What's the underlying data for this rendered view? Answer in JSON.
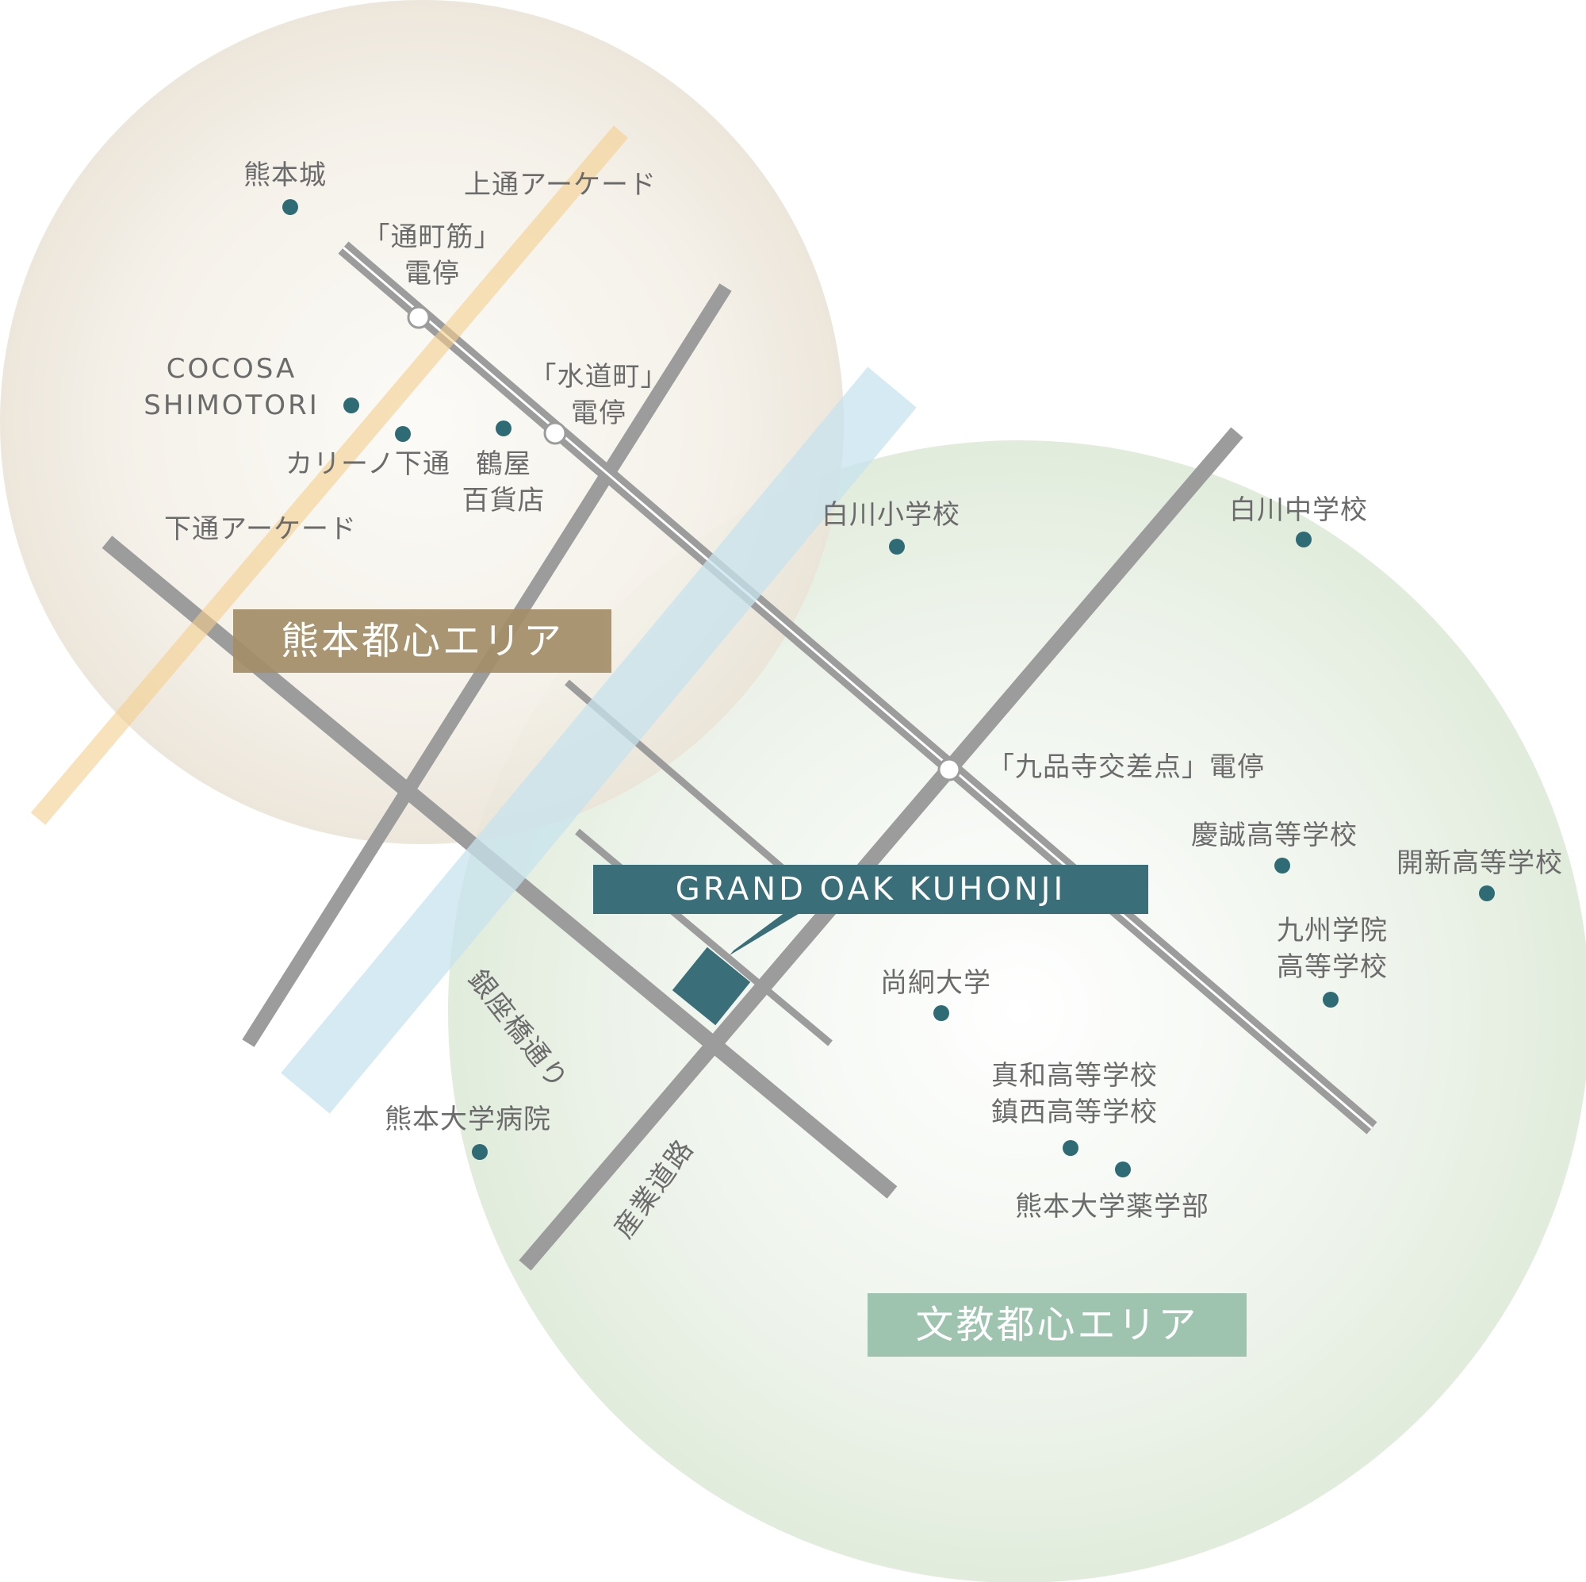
{
  "colors": {
    "road": "#9c9c9c",
    "poi": "#2f6b74",
    "brand": "#3a6f7a",
    "city_area": "#a48e69",
    "edu_area": "#9ec4b0",
    "river": "#d4e9f0",
    "arcade": "#f7d9a8"
  },
  "areas": {
    "city": "熊本都心エリア",
    "education": "文教都心エリア"
  },
  "brand": {
    "name": "GRAND OAK KUHONJI"
  },
  "roads": {
    "ginza": "銀座橋通り",
    "sangyo": "産業道路"
  },
  "pois": {
    "kumamoto_castle": "熊本城",
    "kamitori": "上通アーケード",
    "toricho_stop": "「通町筋」\n電停",
    "cocosa": "COCOSA\nSHIMOTORI",
    "suidocho_stop": "「水道町」\n電停",
    "karino": "カリーノ下通",
    "tsuruya": "鶴屋\n百貨店",
    "shimotori": "下通アーケード",
    "shirakawa_elem": "白川小学校",
    "shirakawa_jh": "白川中学校",
    "kuhonji_stop": "「九品寺交差点」電停",
    "keisei": "慶誠高等学校",
    "kaishin": "開新高等学校",
    "kyushu_gakuin": "九州学院\n高等学校",
    "shokei": "尚絅大学",
    "shinwa_chinzei": "真和高等学校\n鎮西高等学校",
    "pharmacy": "熊本大学薬学部",
    "hospital": "熊本大学病院"
  }
}
